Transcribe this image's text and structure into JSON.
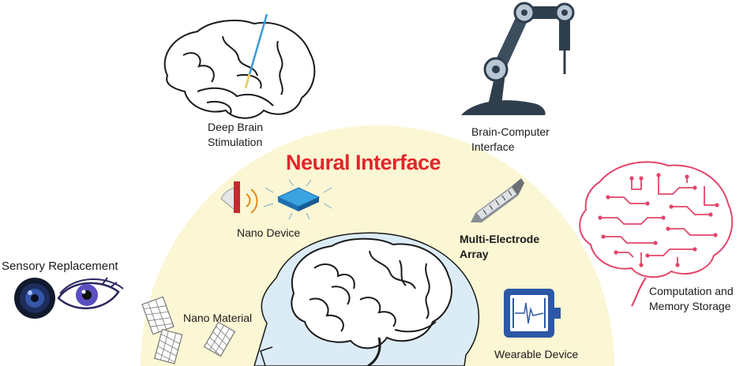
{
  "title": "Neural Interface",
  "labels": {
    "deep_brain": [
      "Deep Brain",
      "Stimulation"
    ],
    "bci": [
      "Brain-Computer",
      "Interface"
    ],
    "nano_device": "Nano Device",
    "multi_electrode": [
      "Multi-Electrode",
      "Array"
    ],
    "sensory": "Sensory Replacement",
    "computation": [
      "Computation and",
      "Memory Storage"
    ],
    "nano_material": "Nano Material",
    "wearable": "Wearable Device"
  },
  "colors": {
    "dome_fill": "#fbf6d3",
    "head_fill": "#dcecf7",
    "title_red": "#e0262b",
    "robot_dark": "#2f3e4c",
    "circuit_pink": "#e3456a",
    "wearable_blue": "#2c58a6"
  }
}
